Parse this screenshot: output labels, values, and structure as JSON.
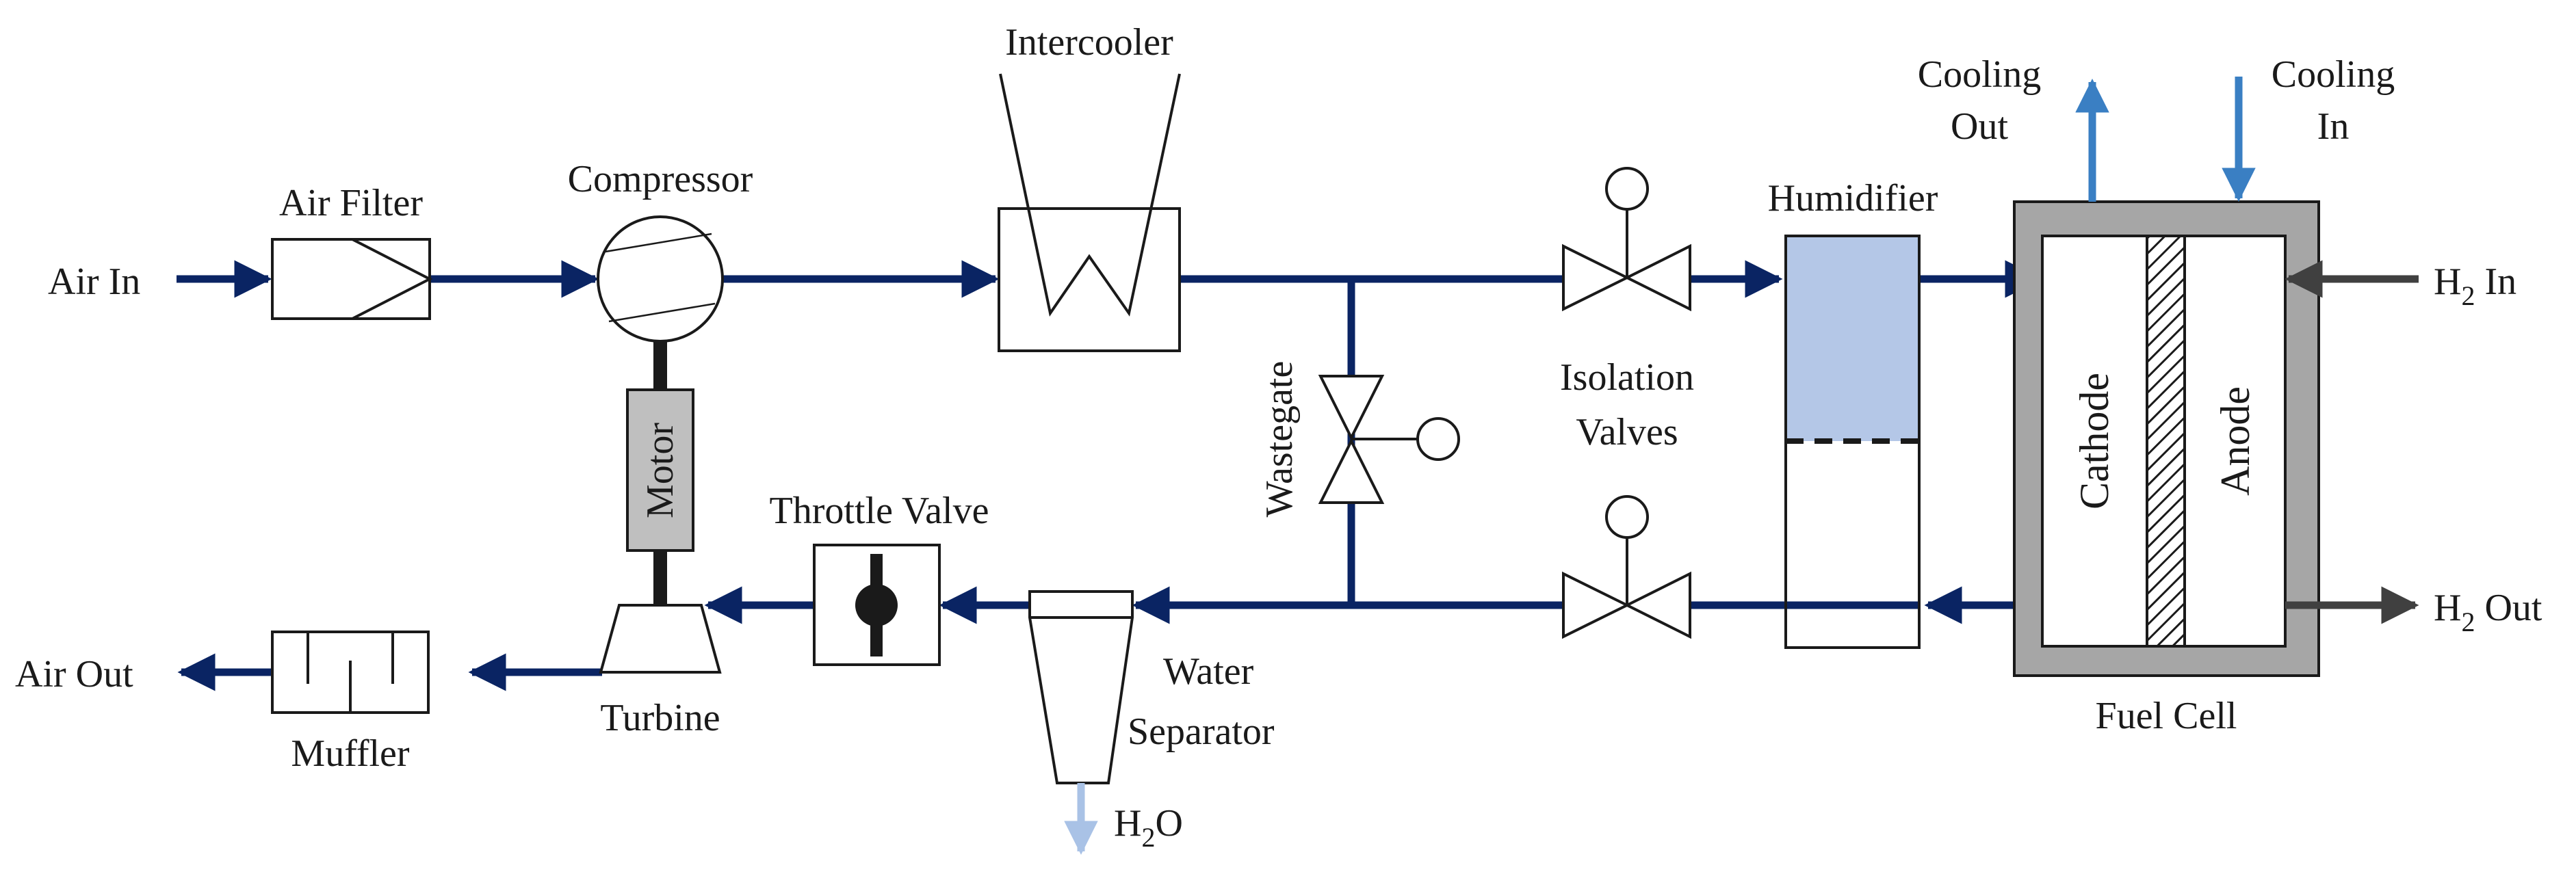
{
  "labels": {
    "air_in": "Air In",
    "air_filter": "Air Filter",
    "compressor": "Compressor",
    "intercooler": "Intercooler",
    "motor": "Motor",
    "wastegate": "Wastegate",
    "isolation_valves_line1": "Isolation",
    "isolation_valves_line2": "Valves",
    "humidifier": "Humidifier",
    "cooling_out_line1": "Cooling",
    "cooling_out_line2": "Out",
    "cooling_in_line1": "Cooling",
    "cooling_in_line2": "In",
    "h2_in_main": "H",
    "h2_in_sub": "2",
    "h2_in_rest": " In",
    "cathode": "Cathode",
    "anode": "Anode",
    "h2_out_main": "H",
    "h2_out_sub": "2",
    "h2_out_rest": " Out",
    "fuel_cell": "Fuel Cell",
    "throttle_valve": "Throttle Valve",
    "water_line1": "Water",
    "water_line2": "Separator",
    "h2o_main": "H",
    "h2o_sub": "2",
    "h2o_rest": "O",
    "turbine": "Turbine",
    "muffler": "Muffler",
    "air_out": "Air Out"
  },
  "colors": {
    "air_line": "#0a2463",
    "coolant": "#3a7fc3",
    "water": "#a9c2e6",
    "hydrogen": "#404040",
    "housing": "#a6a6a6",
    "motor": "#bfbfbf",
    "humidifier_fill": "#b4c7e7",
    "outline": "#1a1a1a"
  }
}
